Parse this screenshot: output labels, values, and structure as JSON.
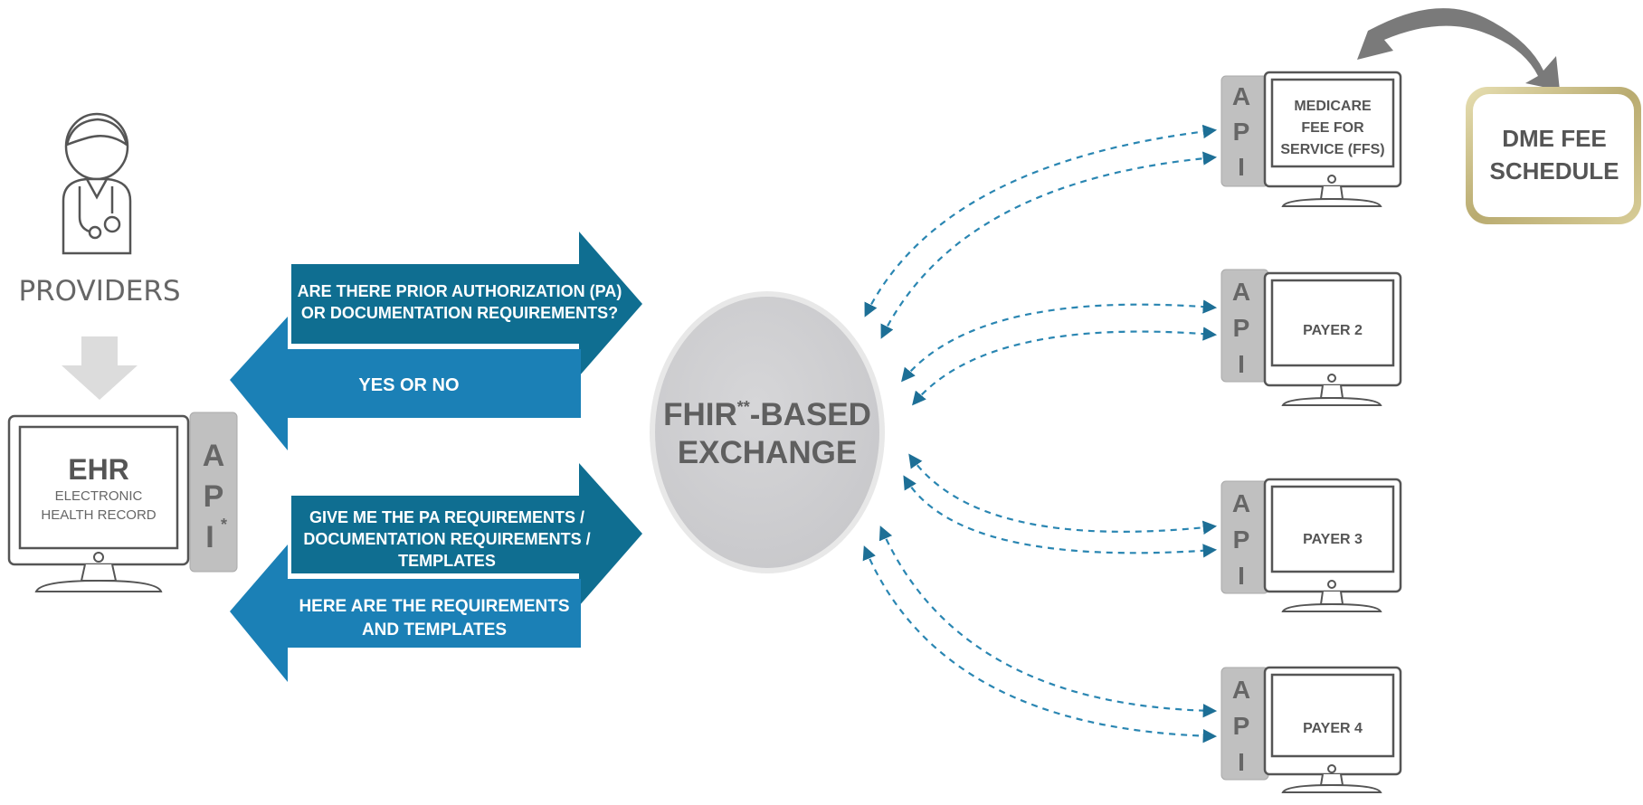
{
  "providers": {
    "label": "PROVIDERS"
  },
  "ehr": {
    "title": "EHR",
    "subtitle_line1": "ELECTRONIC",
    "subtitle_line2": "HEALTH RECORD",
    "api_letters": [
      "A",
      "P",
      "I"
    ],
    "api_footnote": "*"
  },
  "arrows": {
    "question_line1": "ARE THERE PRIOR AUTHORIZATION (PA)",
    "question_line2": "OR DOCUMENTATION REQUIREMENTS?",
    "answer": "YES OR NO",
    "request_line1": "GIVE ME THE PA REQUIREMENTS /",
    "request_line2": "DOCUMENTATION REQUIREMENTS /",
    "request_line3": "TEMPLATES",
    "response_line1": "HERE ARE THE REQUIREMENTS",
    "response_line2": "AND TEMPLATES"
  },
  "exchange": {
    "line1_prefix": "FHIR",
    "line1_sup": "**",
    "line1_suffix": "-BASED",
    "line2": "EXCHANGE"
  },
  "payers": [
    {
      "lines": [
        "MEDICARE",
        "FEE FOR",
        "SERVICE (FFS)"
      ]
    },
    {
      "lines": [
        "PAYER 2"
      ]
    },
    {
      "lines": [
        "PAYER 3"
      ]
    },
    {
      "lines": [
        "PAYER 4"
      ]
    }
  ],
  "payer_api_letters": [
    "A",
    "P",
    "I"
  ],
  "dme": {
    "line1": "DME FEE",
    "line2": "SCHEDULE"
  },
  "colors": {
    "arrow_dark": "#0f6e91",
    "arrow_light": "#1b80b6",
    "dashed": "#2a86b2",
    "circle": "#cfcfd1",
    "api_box": "#c0c0c0",
    "gray_text": "#666666"
  }
}
